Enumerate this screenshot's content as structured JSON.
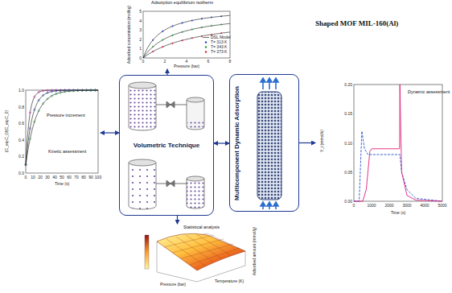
{
  "diagram": {
    "title": "Shaped MOF MIL-160(Al)",
    "nodes": [
      {
        "text": [
          "Adsorption equilibrium isotherm"
        ]
      },
      {
        "text": [
          "Pressure increment",
          "Kinetic assessment"
        ]
      },
      {
        "text": [
          "Volumetric Technique"
        ]
      },
      {
        "text": [
          "Multicomponent Dynamic Adsorption"
        ]
      },
      {
        "text": [
          "Dynamic assessment"
        ]
      },
      {
        "text": [
          "Statistical analysis"
        ]
      }
    ],
    "edges": [
      {
        "from": 2,
        "to": 1,
        "arrow": "both"
      },
      {
        "from": 2,
        "to": 0,
        "arrow": "to"
      },
      {
        "from": 2,
        "to": 5,
        "arrow": "to"
      },
      {
        "from": 2,
        "to": 3,
        "arrow": "both"
      },
      {
        "from": 3,
        "to": 4,
        "arrow": "to"
      }
    ],
    "labels": [
      "Adsorbed concentration (mol/kg)",
      "Pressure (bar)",
      "0",
      "1",
      "2",
      "3",
      "4",
      "5",
      "0",
      "2",
      "4",
      "6",
      "8",
      "(C_eq-C_t)/(C_eq-C_0)",
      "Time (s)",
      "0.0",
      "0.2",
      "0.4",
      "0.6",
      "0.8",
      "1.0",
      "0",
      "10",
      "20",
      "30",
      "40",
      "50",
      "60",
      "70",
      "80",
      "90",
      "100",
      "Y_i (mmol/s)",
      "Time (s)",
      "0.00",
      "0.05",
      "0.10",
      "0.15",
      "0.20",
      "0",
      "1000",
      "2000",
      "3000",
      "4000",
      "5000",
      "Pressure (bar)",
      "Temperature (K)",
      "Adsorbed amount (mmol/g)"
    ],
    "legend": [
      {
        "text": "DSL Model"
      },
      {
        "text": "T= 313 K"
      },
      {
        "text": "T= 343 K"
      },
      {
        "text": "T= 373 K"
      }
    ]
  }
}
